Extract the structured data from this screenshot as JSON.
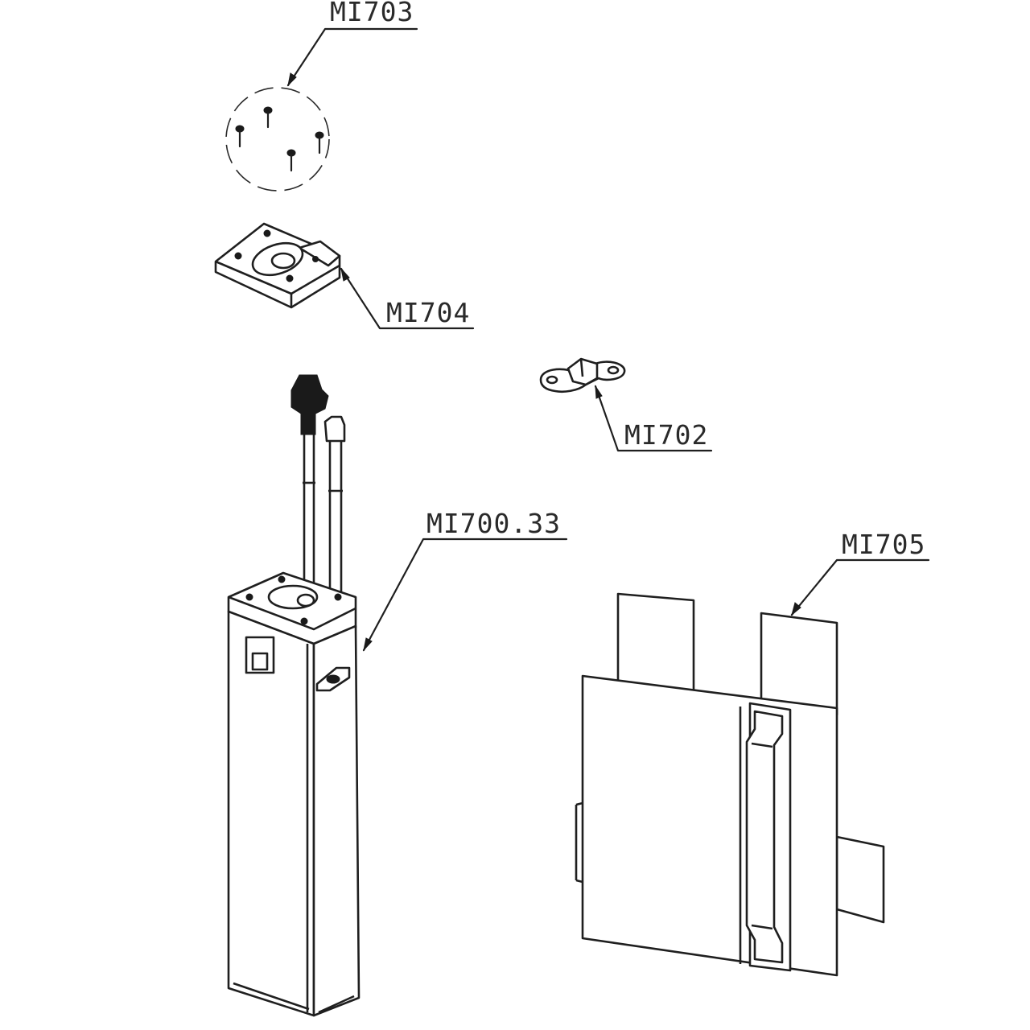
{
  "labels": {
    "mi703": "MI703",
    "mi704": "MI704",
    "mi702": "MI702",
    "mi700_33": "MI700.33",
    "mi705": "MI705"
  },
  "colors": {
    "line": "#1f1f1f",
    "background": "#ffffff",
    "text": "#2a2a2a"
  }
}
